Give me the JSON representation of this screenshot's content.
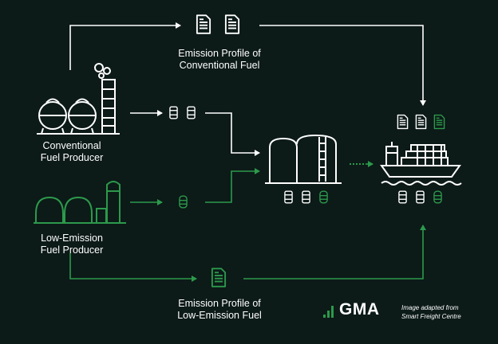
{
  "labels": {
    "conventional_profile": "Emission Profile of\nConventional Fuel",
    "conventional_producer": "Conventional\nFuel Producer",
    "low_emission_producer": "Low-Emission\nFuel Producer",
    "low_emission_profile": "Emission Profile of\nLow-Emission Fuel"
  },
  "logo": {
    "text": "GMA"
  },
  "credit": {
    "line1": "Image adapted from",
    "line2": "Smart Freight Centre"
  },
  "colors": {
    "background": "#0c1a18",
    "white": "#ffffff",
    "green": "#2c9a4b"
  },
  "icons": [
    "document-icon",
    "barrel-icon",
    "refinery-icon",
    "biogas-plant-icon",
    "storage-tank-icon",
    "ship-icon",
    "gma-logo-icon"
  ]
}
